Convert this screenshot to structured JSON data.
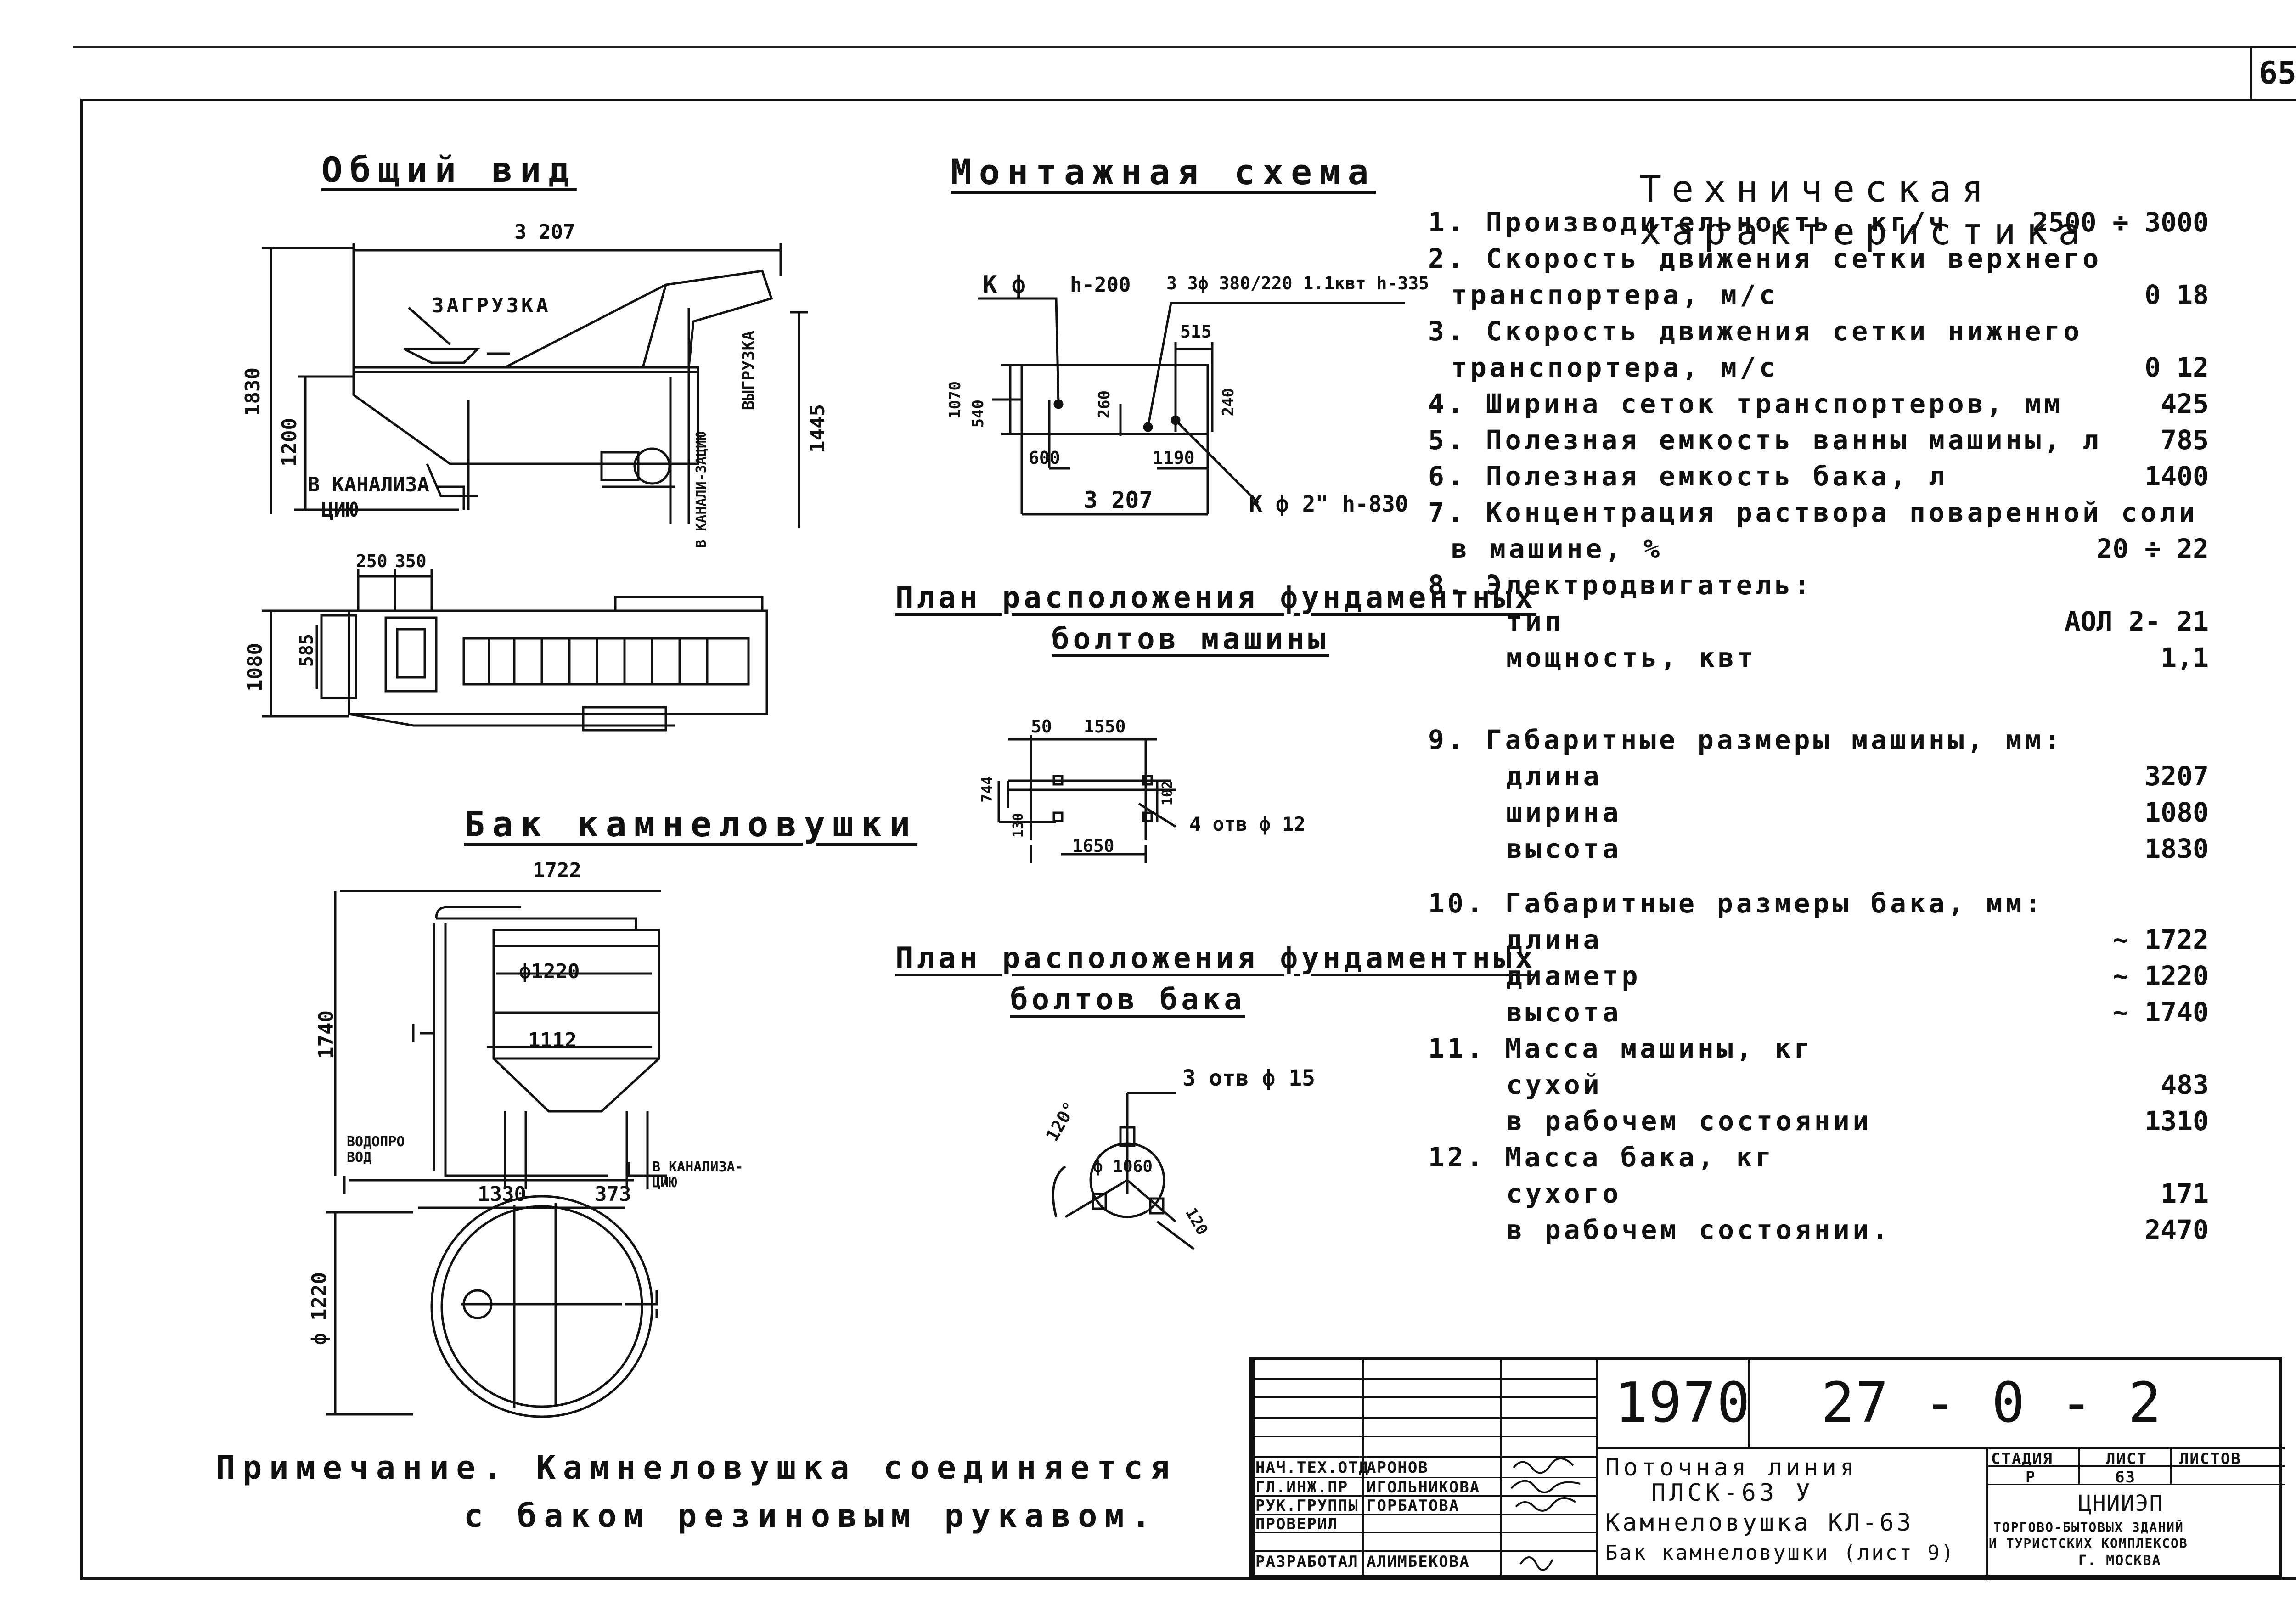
{
  "page": {
    "number": "65"
  },
  "sections": {
    "general_view": "Общий вид",
    "mounting_scheme": "Монтажная схема",
    "bolts_machine_line1": "План расположения фундаментных",
    "bolts_machine_line2": "болтов машины",
    "tank_title": "Бак камнеловушки",
    "bolts_tank_line1": "План расположения фундаментных",
    "bolts_tank_line2": "болтов бака"
  },
  "general_view": {
    "dim_width": "3 207",
    "label_load": "ЗАГРУЗКА",
    "label_sewer_1": "В КАНАЛИЗА",
    "label_sewer_2": "ЦИЮ",
    "label_unload": "ВЫГРУЗКА",
    "label_water": "В КАНАЛИ-ЗАЦИЮ",
    "dim_1830": "1830",
    "dim_1200": "1200",
    "dim_1445": "1445",
    "dim_250": "250",
    "dim_350": "350",
    "dim_1080": "1080",
    "dim_585": "585"
  },
  "mounting": {
    "k_phi": "К ф",
    "h200": "h-200",
    "power": "3 3ф 380/220 1.1квт  h-335",
    "dim_515": "515",
    "dim_1070": "1070",
    "dim_540": "540",
    "dim_260": "260",
    "dim_240": "240",
    "dim_600": "600",
    "dim_1190": "1190",
    "dim_3207": "3 207",
    "k_phi2": "К ф 2\" h-830"
  },
  "bolts_machine": {
    "dim_50": "50",
    "dim_1550": "1550",
    "dim_744": "744",
    "dim_102": "102",
    "dim_130": "130",
    "dim_1650": "1650",
    "holes": "4 отв ф 12"
  },
  "tank": {
    "dim_1722": "1722",
    "dim_d1220": "ф1220",
    "dim_1112": "1112",
    "dim_1740": "1740",
    "label_water": "ВОДОПРО ВОД",
    "label_sewer": "В КАНАЛИЗА-ЦИЮ",
    "dim_1330": "1330",
    "dim_373": "373",
    "dim_phi1220": "ф 1220"
  },
  "bolts_tank": {
    "holes": "3 отв ф 15",
    "angle": "120°",
    "diam": "ф 1060",
    "dim_120": "120"
  },
  "spec": {
    "title": "Техническая характеристика",
    "rows": [
      {
        "text": "1. Производительность, кг/ч",
        "value": "2500 ÷ 3000"
      },
      {
        "text": "2. Скорость движения сетки верхнего",
        "value": ""
      },
      {
        "text": "транспортера, м/с",
        "value": "0 18"
      },
      {
        "text": "3. Скорость движения сетки нижнего",
        "value": ""
      },
      {
        "text": "транспортера, м/с",
        "value": "0 12"
      },
      {
        "text": "4. Ширина сеток транспортеров, мм",
        "value": "425"
      },
      {
        "text": "5. Полезная емкость ванны машины, л",
        "value": "785"
      },
      {
        "text": "6. Полезная емкость бака, л",
        "value": "1400"
      },
      {
        "text": "7. Концентрация раствора поваренной соли",
        "value": ""
      },
      {
        "text": "в машине, %",
        "value": "20 ÷ 22"
      },
      {
        "text": "8. Электродвигатель:",
        "value": ""
      },
      {
        "text": "тип",
        "value": "АОЛ 2- 21"
      },
      {
        "text": "мощность, квт",
        "value": "1,1"
      },
      {
        "text": "9. Габаритные размеры машины, мм:",
        "value": ""
      },
      {
        "text": "длина",
        "value": "3207"
      },
      {
        "text": "ширина",
        "value": "1080"
      },
      {
        "text": "высота",
        "value": "1830"
      },
      {
        "text": "10. Габаритные размеры бака, мм:",
        "value": ""
      },
      {
        "text": "длина",
        "value": "~ 1722"
      },
      {
        "text": "диаметр",
        "value": "~ 1220"
      },
      {
        "text": "высота",
        "value": "~ 1740"
      },
      {
        "text": "11. Масса машины, кг",
        "value": ""
      },
      {
        "text": "сухой",
        "value": "483"
      },
      {
        "text": "в рабочем состоянии",
        "value": "1310"
      },
      {
        "text": "12. Масса бака, кг",
        "value": ""
      },
      {
        "text": "сухого",
        "value": "171"
      },
      {
        "text": "в рабочем состоянии.",
        "value": "2470"
      }
    ]
  },
  "note": {
    "line1": "Примечание. Камнеловушка соединяется",
    "line2": "с баком резиновым рукавом."
  },
  "title_block": {
    "year": "1970",
    "code": "27 - 0 - 2",
    "roles": [
      "НАЧ.ТЕХ.ОТД",
      "ГЛ.ИНЖ.ПР",
      "РУК.ГРУППЫ",
      "ПРОВЕРИЛ",
      "РАЗРАБОТАЛ"
    ],
    "names": [
      "АРОНОВ",
      "ИГОЛЬНИКОВА",
      "ГОРБАТОВА",
      "",
      "АЛИМБЕКОВА"
    ],
    "title_lines": [
      "Поточная линия",
      "ПЛСК-63 У",
      "Камнеловушка КЛ-63",
      "Бак камнеловушки (лист 9)"
    ],
    "stage_label": "СТАДИЯ",
    "sheet_label": "ЛИСТ",
    "sheets_label": "ЛИСТОВ",
    "stage": "Р",
    "sheet": "63",
    "org": "ЦНИИЭП",
    "org_desc_1": "ТОРГОВО-БЫТОВЫХ ЗДАНИЙ",
    "org_desc_2": "И ТУРИСТСКИХ КОМПЛЕКСОВ",
    "org_city": "Г. МОСКВА"
  }
}
